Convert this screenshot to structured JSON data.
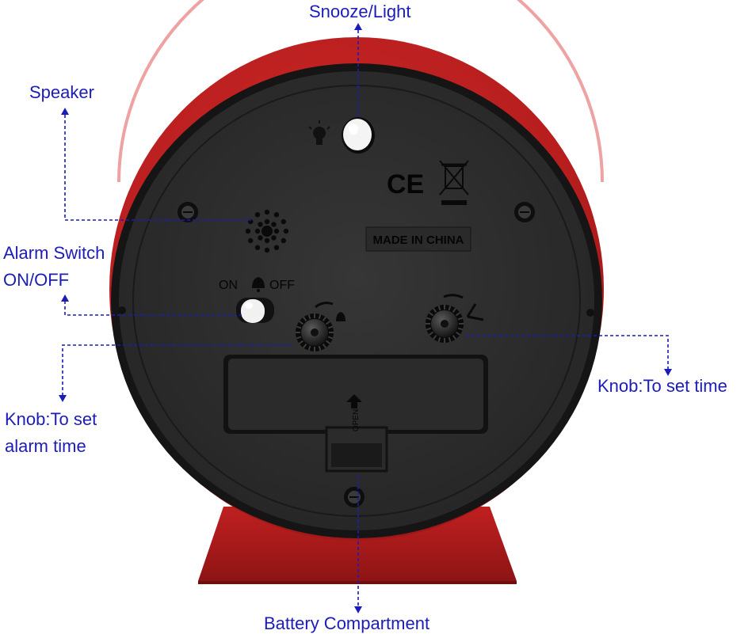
{
  "callouts": {
    "snooze_light": "Snooze/Light",
    "speaker": "Speaker",
    "alarm_switch": [
      "Alarm Switch",
      "ON/OFF"
    ],
    "knob_alarm": [
      "Knob:To set",
      "alarm time"
    ],
    "knob_time": "Knob:To set time",
    "battery": "Battery Compartment"
  },
  "device_markings": {
    "made_in": "MADE IN CHINA",
    "ce_mark": "CE",
    "switch_on": "ON",
    "switch_off": "OFF",
    "battery_open": "OPEN"
  },
  "icons": [
    "light-bulb-icon",
    "bell-icon",
    "weee-bin-icon",
    "clock-hands-icon",
    "open-arrow-icon"
  ],
  "colors": {
    "housing_red": "#b81e1e",
    "back_panel": "#2e2e2e",
    "callout_blue": "#1c1cb8",
    "button_white": "#f4f4f4"
  }
}
